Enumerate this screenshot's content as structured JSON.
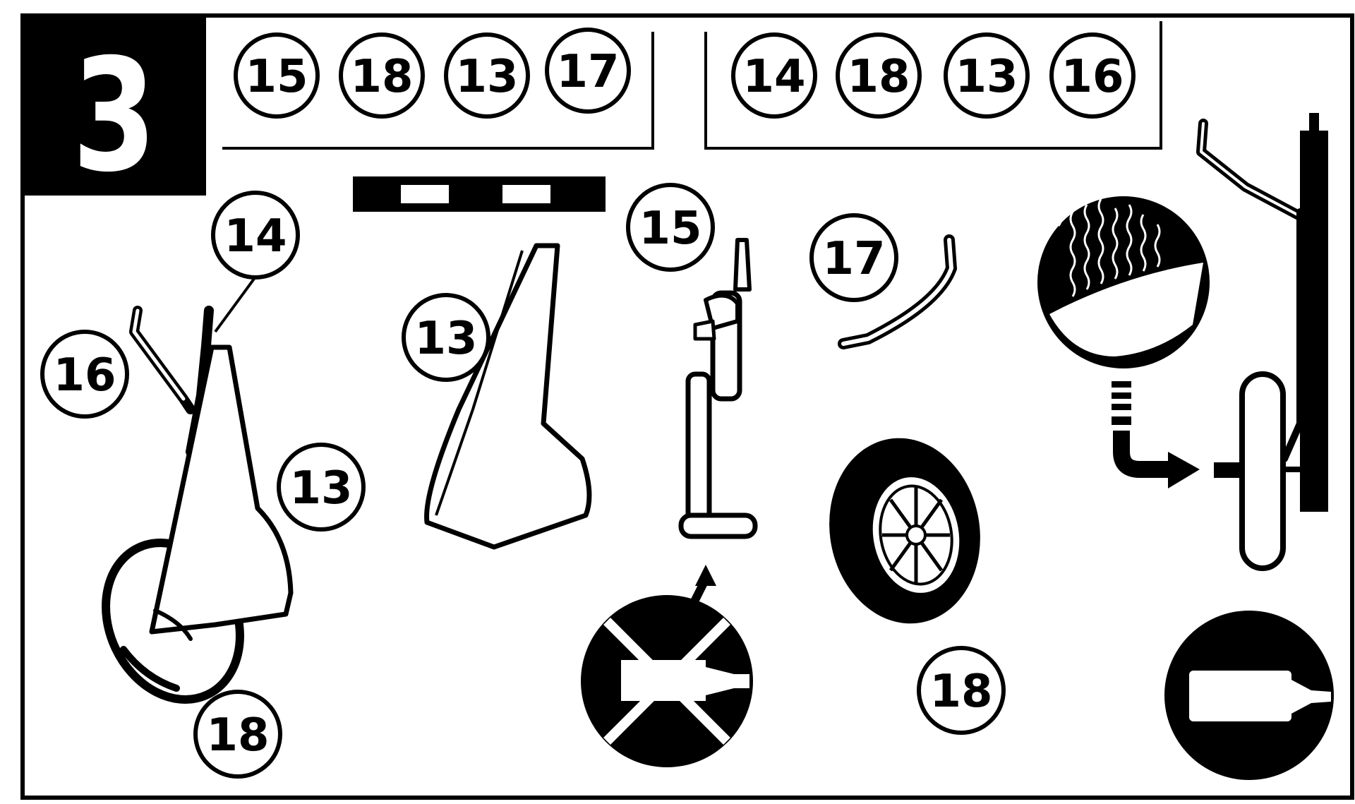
{
  "step": {
    "number": "3"
  },
  "parts_groups": [
    {
      "parts": [
        "15",
        "18",
        "13",
        "17"
      ]
    },
    {
      "parts": [
        "14",
        "18",
        "13",
        "16"
      ]
    }
  ],
  "callouts": {
    "c14_assembled": "14",
    "c16_assembled": "16",
    "c13_assembled": "13",
    "c18_assembled": "18",
    "c13_cover": "13",
    "c15_strut": "15",
    "c17_rod": "17",
    "c18_wheel": "18"
  },
  "icons": {
    "paint_scheme": "black-white-stripe-paint-bar",
    "no_glue": "no-glue-crossed-tube-icon",
    "apply_glue": "glue-tube-icon",
    "tire_detail": "tire-tread-detail-icon"
  },
  "colors": {
    "ink": "#000000",
    "paper": "#ffffff"
  }
}
